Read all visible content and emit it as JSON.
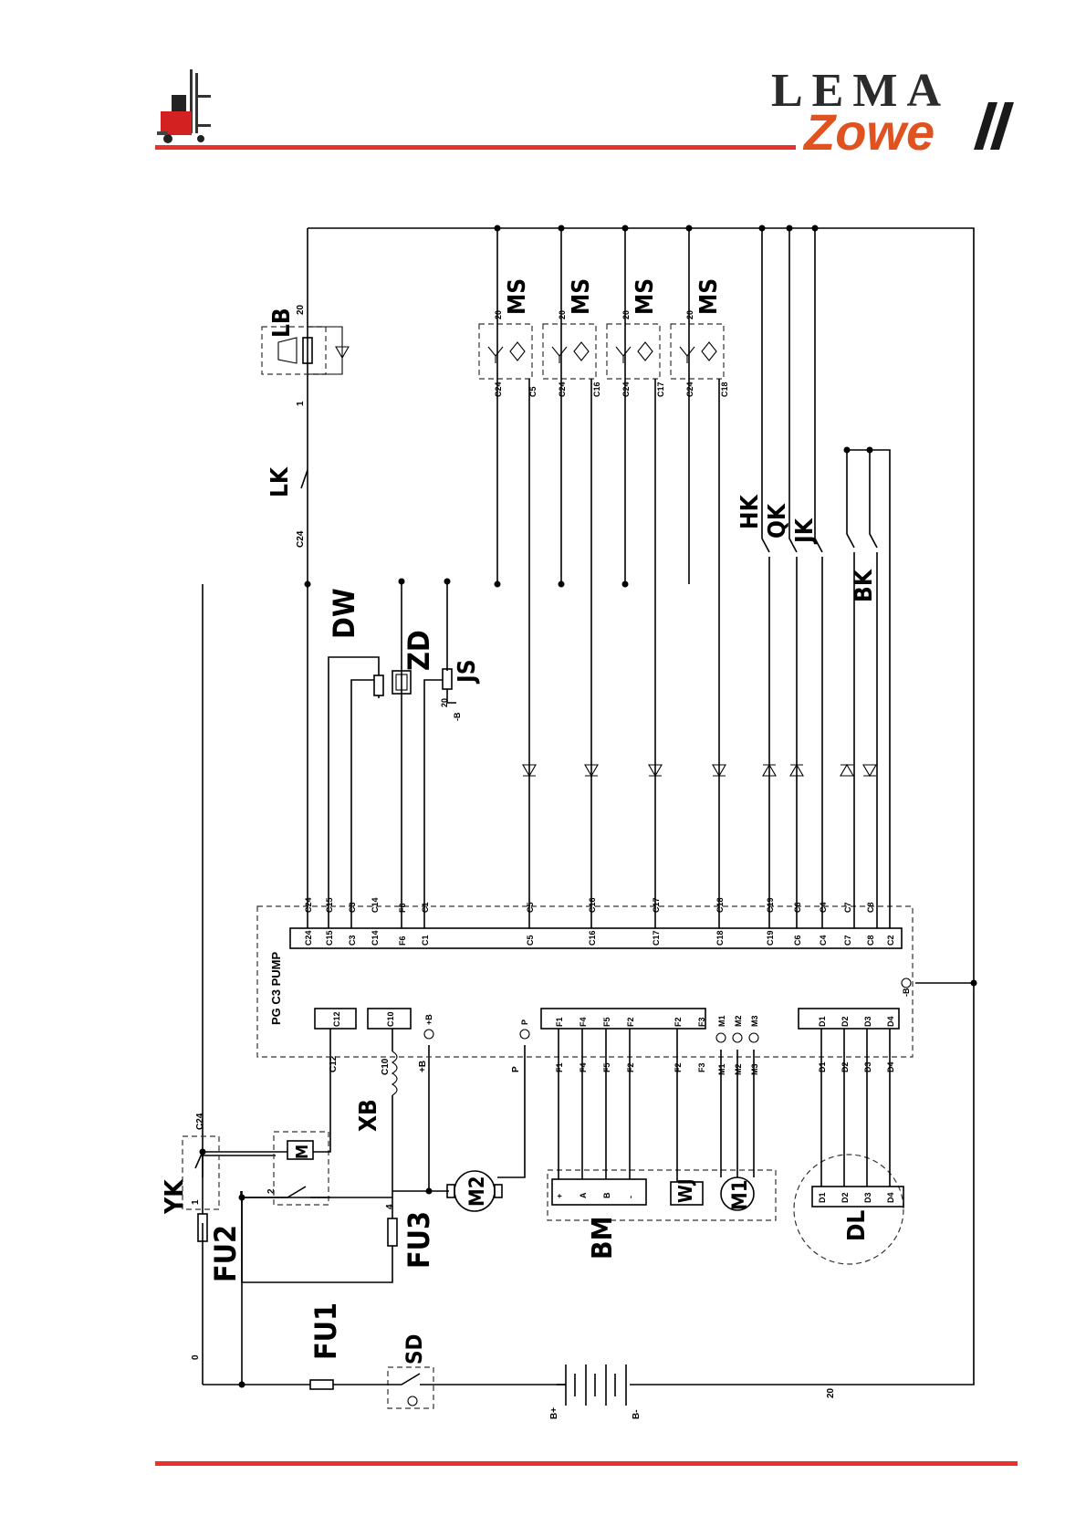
{
  "header": {
    "brand_line1": "LEMA",
    "brand_line2": "Zowe",
    "colors": {
      "accent_red": "#e8312b",
      "brand_dark": "#2b2b2b",
      "brand_orange": "#e0521f"
    }
  },
  "schematic": {
    "controller_label": "PG C3 PUMP",
    "connector_C_pins": [
      "C24",
      "C15",
      "C3",
      "C14",
      "F6",
      "C1",
      "C5",
      "C16",
      "C17",
      "C18",
      "C19",
      "C6",
      "C4",
      "C7",
      "C8",
      "C2"
    ],
    "connector_C_wires": [
      "C24",
      "C15",
      "C3",
      "C14",
      "F6",
      "C1",
      "C5",
      "C16",
      "C17",
      "C18",
      "C19",
      "C6",
      "C4",
      "C7",
      "C8"
    ],
    "relay_boxes": [
      "C12",
      "C10"
    ],
    "power_terminals": [
      "+B",
      "P",
      "-B"
    ],
    "connector_F_pins": [
      "F1",
      "F4",
      "F5",
      "F2",
      "F2",
      "F3"
    ],
    "motor_terminals": [
      "M1",
      "M2",
      "M3"
    ],
    "connector_D_pins": [
      "D1",
      "D2",
      "D3",
      "D4"
    ],
    "components": {
      "LB": "LB",
      "LK": "LK",
      "DW": "DW",
      "ZD": "ZD",
      "JS": "JS",
      "MS": "MS",
      "HK": "HK",
      "QK": "QK",
      "JK": "JK",
      "BK": "BK",
      "XB": "XB",
      "M": "M",
      "M2": "M2",
      "M1": "M1",
      "WJ": "WJ",
      "BM": "BM",
      "DL": "DL",
      "YK": "YK",
      "FU1": "FU1",
      "FU2": "FU2",
      "FU3": "FU3",
      "SD": "SD"
    },
    "bm_terminals": [
      "+",
      "A",
      "B",
      "-"
    ],
    "battery_terminals": [
      "B+",
      "B-"
    ],
    "wire_numbers": [
      "0",
      "1",
      "2",
      "4",
      "20",
      "-B",
      "C24",
      "C12",
      "C10",
      "+B",
      "P",
      "F1",
      "F4",
      "F5",
      "F2",
      "F2",
      "F3",
      "M1",
      "M2",
      "M3",
      "D1",
      "D2",
      "D3",
      "D4",
      "1",
      "20"
    ]
  }
}
